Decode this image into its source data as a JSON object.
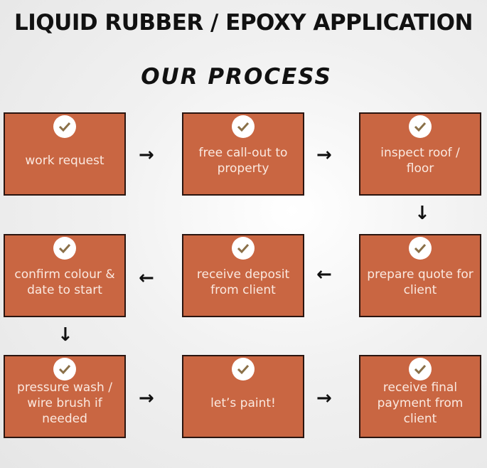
{
  "title": "LIQUID RUBBER / EPOXY APPLICATION",
  "subtitle": "OUR PROCESS",
  "steps": [
    {
      "label": "work request"
    },
    {
      "label": "free call-out to property"
    },
    {
      "label": "inspect roof / floor"
    },
    {
      "label": "prepare quote for client"
    },
    {
      "label": "receive deposit from client"
    },
    {
      "label": "confirm colour & date to start"
    },
    {
      "label": "pressure wash / wire brush if needed"
    },
    {
      "label": "let’s paint!"
    },
    {
      "label": "receive final payment from client"
    }
  ],
  "colors": {
    "box": "#c96642",
    "check": "#8a7048"
  }
}
